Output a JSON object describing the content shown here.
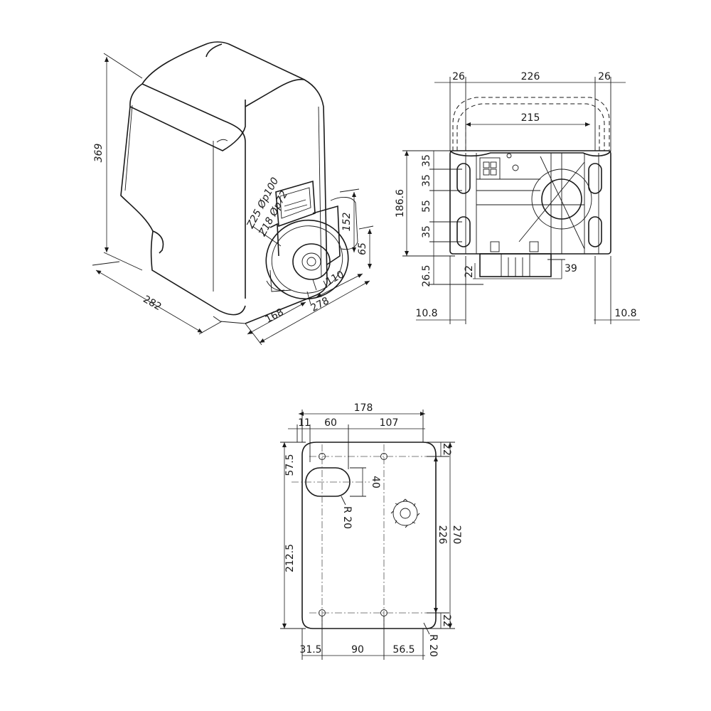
{
  "iso_view": {
    "dims": {
      "height": "369",
      "depth": "282",
      "pinion_offset": "168",
      "width": "278",
      "side": "110",
      "pinion_height": "152",
      "pinion_low": "65"
    },
    "gear_labels": {
      "z25": "Z25 Øp100",
      "z18": "Z18 Øp72"
    }
  },
  "front_view": {
    "dims": {
      "top_left": "26",
      "top_mid": "226",
      "top_right": "26",
      "inner": "215",
      "v1": "35",
      "v2": "35",
      "v3": "55",
      "v4": "35",
      "total": "186.6",
      "bottom": "26.5",
      "small_left": "22",
      "small_right": "39",
      "side_left": "10.8",
      "side_right": "10.8"
    }
  },
  "plate_view": {
    "dims": {
      "total_w": "178",
      "edge_left": "11",
      "slot_w": "60",
      "right_part": "107",
      "top_right": "22",
      "slot_v": "57.5",
      "slot_h": "40",
      "slot_r": "R 20",
      "height_226": "226",
      "height_270": "270",
      "left_h": "212.5",
      "bottom_right": "22",
      "b_left": "31.5",
      "b_mid": "90",
      "b_right": "56.5",
      "corner_r": "R 20"
    }
  }
}
